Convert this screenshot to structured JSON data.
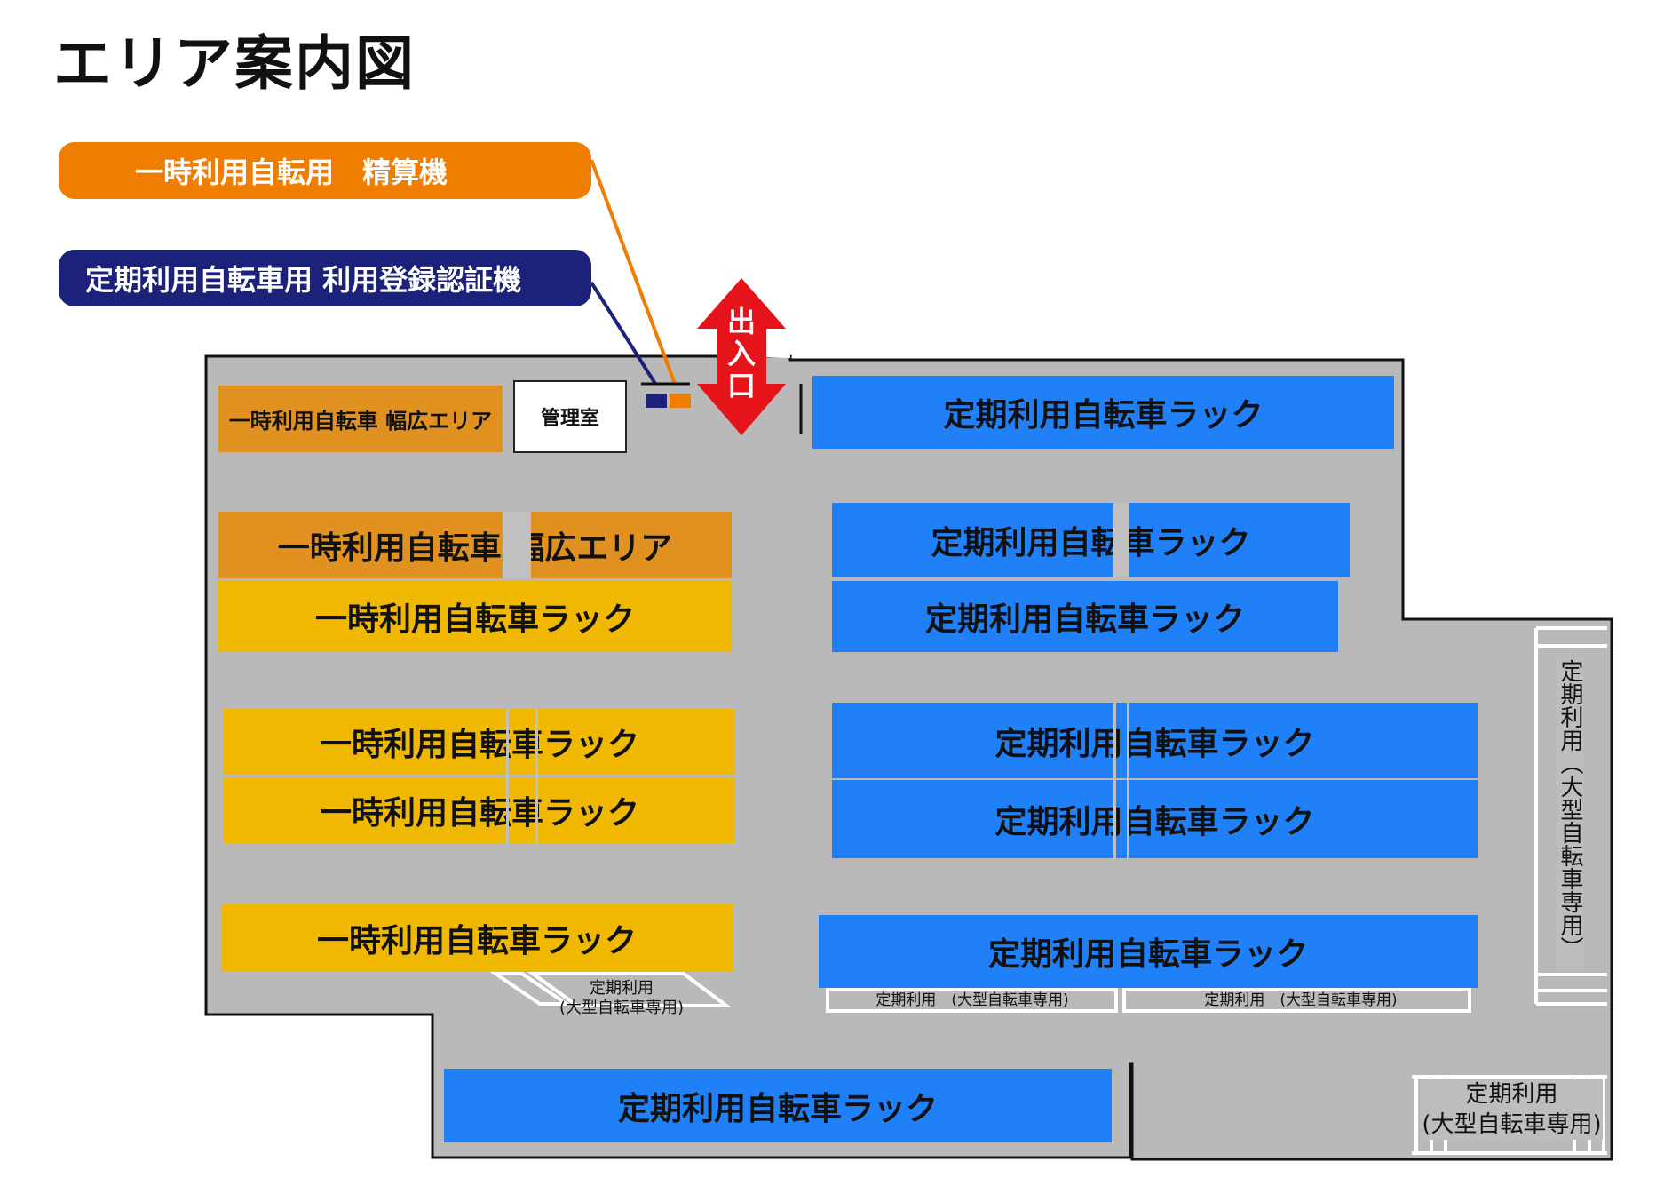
{
  "title": "エリア案内図",
  "callouts": {
    "payment": "一時利用自転用　精算機",
    "registration": "定期利用自転車用 利用登録認証機"
  },
  "entrance": "出入口",
  "office": "管理室",
  "temp_wide_area": "一時利用自転車 幅広エリア",
  "temp_rack": "一時利用自転車ラック",
  "regular_rack": "定期利用自転車ラック",
  "large_bike": {
    "single_line": "定期利用　(大型自転車専用)",
    "line1": "定期利用",
    "line2": "(大型自転車専用)",
    "vertical": "定期利用（大型自転車専用）"
  },
  "colors": {
    "floor": "#b9b9b9",
    "regular": "#2080f8",
    "temporary": "#f0b800",
    "wide": "#e0911f",
    "payment_machine": "#ee7d00",
    "registration_machine": "#1c2179",
    "entrance_arrow": "#e5141b"
  }
}
